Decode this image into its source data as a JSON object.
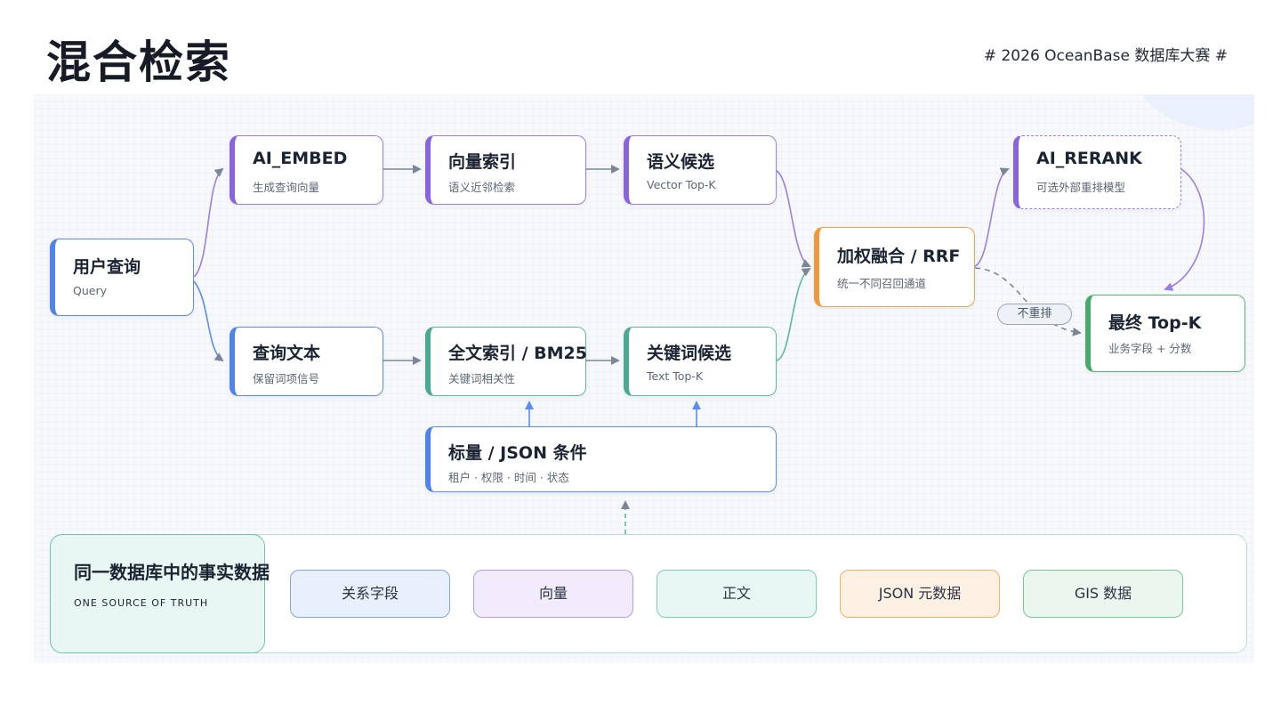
{
  "header": {
    "title": "混合检索",
    "tagline": "# 2026 OceanBase 数据库大赛 #"
  },
  "nodes": {
    "user_query": {
      "title": "用户查询",
      "sub": "Query"
    },
    "ai_embed": {
      "title": "AI_EMBED",
      "sub": "生成查询向量"
    },
    "vector_index": {
      "title": "向量索引",
      "sub": "语义近邻检索"
    },
    "semantic_candidates": {
      "title": "语义候选",
      "sub": "Vector Top-K"
    },
    "query_text": {
      "title": "查询文本",
      "sub": "保留词项信号"
    },
    "fulltext_index": {
      "title": "全文索引 / BM25",
      "sub": "关键词相关性"
    },
    "keyword_candidates": {
      "title": "关键词候选",
      "sub": "Text Top-K"
    },
    "scalar_filter": {
      "title": "标量 / JSON 条件",
      "sub": "租户 · 权限 · 时间 · 状态"
    },
    "fusion": {
      "title": "加权融合 / RRF",
      "sub": "统一不同召回通道"
    },
    "ai_rerank": {
      "title": "AI_RERANK",
      "sub": "可选外部重排模型"
    },
    "final_topk": {
      "title": "最终 Top-K",
      "sub": "业务字段 + 分数"
    }
  },
  "edge_labels": {
    "no_rerank": "不重排"
  },
  "source_of_truth": {
    "title": "同一数据库中的事实数据",
    "subtitle": "ONE SOURCE OF TRUTH",
    "chips": [
      "关系字段",
      "向量",
      "正文",
      "JSON 元数据",
      "GIS 数据"
    ]
  },
  "colors": {
    "blue": "#5b8def",
    "purple": "#9d7fe3",
    "teal": "#5bb8a5",
    "orange": "#f0a44a",
    "green": "#56b877",
    "arrow_gray": "#7b8799"
  }
}
